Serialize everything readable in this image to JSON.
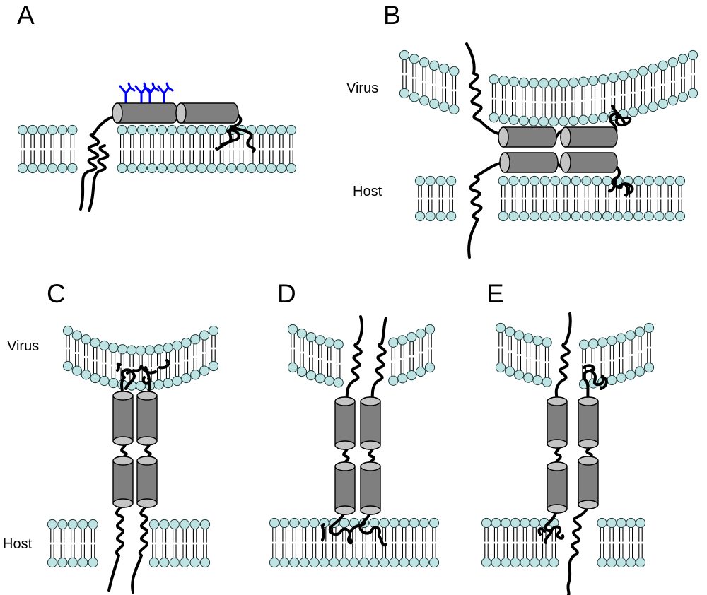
{
  "figure": {
    "panels": [
      {
        "id": "A",
        "letter": "A"
      },
      {
        "id": "B",
        "letter": "B",
        "labels": {
          "virus": "Virus",
          "host": "Host"
        }
      },
      {
        "id": "C",
        "letter": "C",
        "labels": {
          "virus": "Virus",
          "host": "Host"
        }
      },
      {
        "id": "D",
        "letter": "D"
      },
      {
        "id": "E",
        "letter": "E"
      }
    ]
  },
  "colors": {
    "lipid_head": "#bfe3e3",
    "lipid_outline": "#1a3a3a",
    "helix_body": "#7f7f7f",
    "helix_cap": "#c4c4c4",
    "chain": "#000000",
    "glycan": "#0000ff",
    "background": "#ffffff"
  },
  "icons": [
    "lipid-bilayer",
    "helix-cylinder",
    "transmembrane-coil",
    "fusion-loop",
    "glycan-tree"
  ]
}
